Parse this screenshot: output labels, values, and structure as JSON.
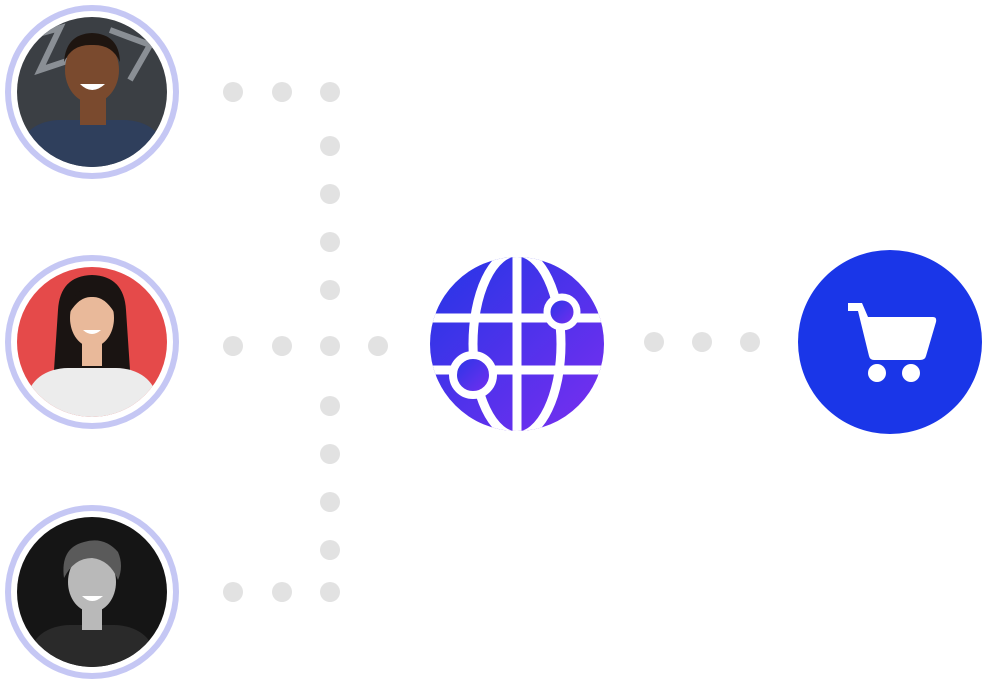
{
  "users": [
    {
      "name": "avatar-user-laughing-man",
      "photo_bg": "#3b3f44",
      "skin": "#7a4a2e",
      "hair": "#1e1510",
      "shirt": "#2f3f5c",
      "style": "color"
    },
    {
      "name": "avatar-user-smiling-woman",
      "photo_bg": "#e54a4a",
      "skin": "#e9b99a",
      "hair": "#1a1412",
      "shirt": "#ececec",
      "style": "color"
    },
    {
      "name": "avatar-user-grayscale-man",
      "photo_bg": "#151515",
      "skin": "#b9b9b9",
      "hair": "#5a5a5a",
      "shirt": "#2a2a2a",
      "style": "mono"
    }
  ],
  "colors": {
    "ring": "#c5c7f4",
    "dot": "#e2e2e2",
    "globe_start": "#2436e6",
    "globe_end": "#7a2ef0",
    "cart_bg": "#1a36e8",
    "cart_icon": "#ffffff"
  },
  "icons": {
    "hub": "globe-network-icon",
    "destination": "shopping-cart-icon"
  }
}
